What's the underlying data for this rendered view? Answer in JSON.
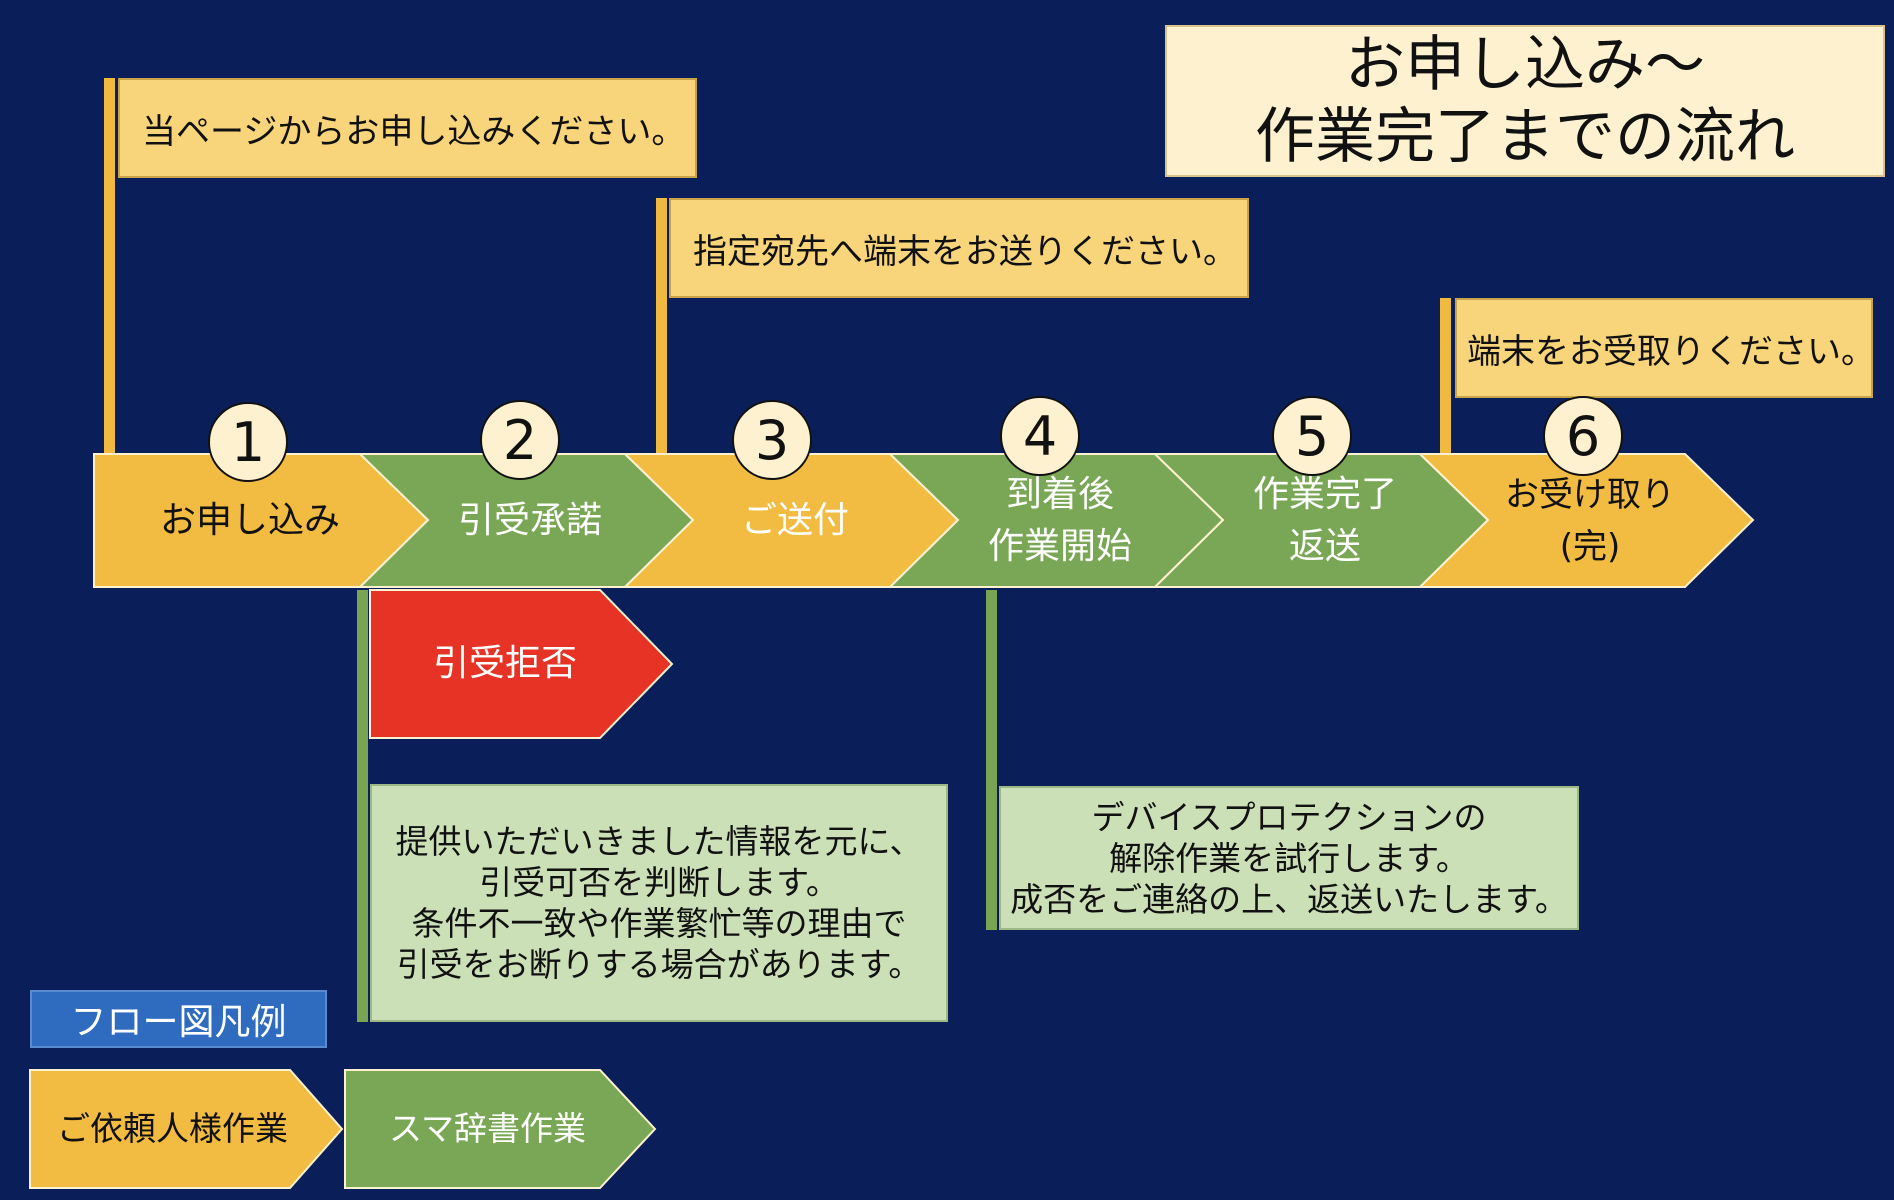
{
  "title": {
    "line1": "お申し込み〜",
    "line2": "作業完了までの流れ"
  },
  "notes": {
    "apply": "当ページからお申し込みください。",
    "ship": "指定宛先へ端末をお送りください。",
    "receive": "端末をお受取りください。"
  },
  "steps": [
    {
      "number": "1",
      "line1": "お申し込み",
      "line2": "",
      "type": "client",
      "color": "#f2bb41"
    },
    {
      "number": "2",
      "line1": "引受承諾",
      "line2": "",
      "type": "sumajisho",
      "color": "#7aa755"
    },
    {
      "number": "3",
      "line1": "ご送付",
      "line2": "",
      "type": "client",
      "color": "#f2bb41"
    },
    {
      "number": "4",
      "line1": "到着後",
      "line2": "作業開始",
      "type": "sumajisho",
      "color": "#7aa755"
    },
    {
      "number": "5",
      "line1": "作業完了",
      "line2": "返送",
      "type": "sumajisho",
      "color": "#7aa755"
    },
    {
      "number": "6",
      "line1": "お受け取り",
      "line2": "(完)",
      "type": "client",
      "color": "#f2bb41"
    }
  ],
  "reject": {
    "label": "引受拒否",
    "color": "#e63325"
  },
  "descriptions": {
    "acceptance": [
      "提供いただいきました情報を元に、",
      "引受可否を判断します。",
      "条件不一致や作業繁忙等の理由で",
      "引受をお断りする場合があります。"
    ],
    "work": [
      "デバイスプロテクションの",
      "解除作業を試行します。",
      "成否をご連絡の上、返送いたします。"
    ]
  },
  "legend": {
    "title": "フロー図凡例",
    "client": "ご依頼人様作業",
    "sumajisho": "スマ辞書作業"
  },
  "colors": {
    "background": "#0a1f5a",
    "client": "#f2bb41",
    "sumajisho": "#7aa755",
    "reject": "#e63325",
    "note": "#f8d57b",
    "description": "#cce0b8",
    "legend_title": "#2f6cbf"
  }
}
